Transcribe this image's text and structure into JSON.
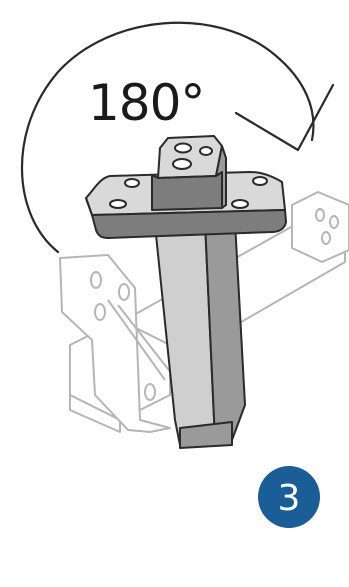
{
  "instruction": {
    "rotation_label": "180°",
    "step_number": "3"
  },
  "colors": {
    "background": "#ffffff",
    "line": "#2a2a2a",
    "ghost_line": "#b5b5b5",
    "post_face": "#cfcfcf",
    "post_side": "#9a9a9a",
    "plate_top": "#d9d9d9",
    "plate_side": "#7d7d7d",
    "badge": "#1b5d97"
  },
  "icons": {
    "rotation_arrow": "curved-arrow-clockwise",
    "part": "mounting-bracket"
  }
}
